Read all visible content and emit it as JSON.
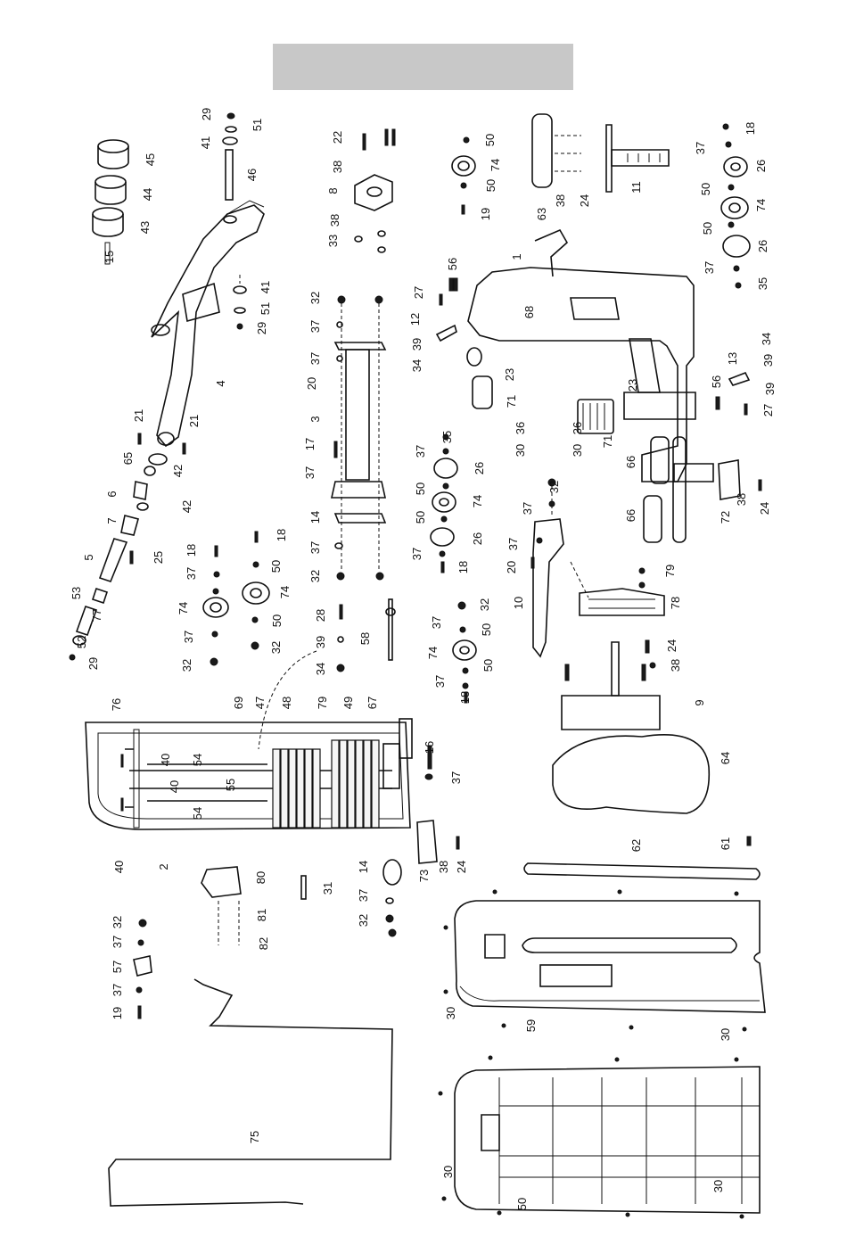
{
  "callouts": [
    {
      "text": "29"
    },
    {
      "text": "51"
    },
    {
      "text": "41"
    },
    {
      "text": "46"
    },
    {
      "text": "45"
    },
    {
      "text": "44"
    },
    {
      "text": "43"
    },
    {
      "text": "15"
    },
    {
      "text": "22"
    },
    {
      "text": "38"
    },
    {
      "text": "8"
    },
    {
      "text": "38"
    },
    {
      "text": "33"
    },
    {
      "text": "50"
    },
    {
      "text": "74"
    },
    {
      "text": "50"
    },
    {
      "text": "19"
    },
    {
      "text": "63"
    },
    {
      "text": "38"
    },
    {
      "text": "24"
    },
    {
      "text": "11"
    },
    {
      "text": "18"
    },
    {
      "text": "37"
    },
    {
      "text": "26"
    },
    {
      "text": "50"
    },
    {
      "text": "74"
    },
    {
      "text": "50"
    },
    {
      "text": "26"
    },
    {
      "text": "37"
    },
    {
      "text": "35"
    },
    {
      "text": "56"
    },
    {
      "text": "1"
    },
    {
      "text": "68"
    },
    {
      "text": "27"
    },
    {
      "text": "12"
    },
    {
      "text": "39"
    },
    {
      "text": "34"
    },
    {
      "text": "23"
    },
    {
      "text": "41"
    },
    {
      "text": "51"
    },
    {
      "text": "29"
    },
    {
      "text": "4"
    },
    {
      "text": "32"
    },
    {
      "text": "37"
    },
    {
      "text": "37"
    },
    {
      "text": "20"
    },
    {
      "text": "3"
    },
    {
      "text": "17"
    },
    {
      "text": "37"
    },
    {
      "text": "14"
    },
    {
      "text": "37"
    },
    {
      "text": "32"
    },
    {
      "text": "34"
    },
    {
      "text": "13"
    },
    {
      "text": "39"
    },
    {
      "text": "56"
    },
    {
      "text": "39"
    },
    {
      "text": "27"
    },
    {
      "text": "23"
    },
    {
      "text": "71"
    },
    {
      "text": "36"
    },
    {
      "text": "30"
    },
    {
      "text": "36"
    },
    {
      "text": "30"
    },
    {
      "text": "71"
    },
    {
      "text": "21"
    },
    {
      "text": "21"
    },
    {
      "text": "65"
    },
    {
      "text": "42"
    },
    {
      "text": "6"
    },
    {
      "text": "42"
    },
    {
      "text": "7"
    },
    {
      "text": "5"
    },
    {
      "text": "25"
    },
    {
      "text": "53"
    },
    {
      "text": "77"
    },
    {
      "text": "52"
    },
    {
      "text": "29"
    },
    {
      "text": "35"
    },
    {
      "text": "37"
    },
    {
      "text": "26"
    },
    {
      "text": "50"
    },
    {
      "text": "74"
    },
    {
      "text": "50"
    },
    {
      "text": "26"
    },
    {
      "text": "37"
    },
    {
      "text": "18"
    },
    {
      "text": "66"
    },
    {
      "text": "66"
    },
    {
      "text": "72"
    },
    {
      "text": "38"
    },
    {
      "text": "24"
    },
    {
      "text": "32"
    },
    {
      "text": "37"
    },
    {
      "text": "37"
    },
    {
      "text": "20"
    },
    {
      "text": "10"
    },
    {
      "text": "18"
    },
    {
      "text": "37"
    },
    {
      "text": "74"
    },
    {
      "text": "37"
    },
    {
      "text": "32"
    },
    {
      "text": "18"
    },
    {
      "text": "50"
    },
    {
      "text": "74"
    },
    {
      "text": "50"
    },
    {
      "text": "32"
    },
    {
      "text": "28"
    },
    {
      "text": "39"
    },
    {
      "text": "34"
    },
    {
      "text": "58"
    },
    {
      "text": "37"
    },
    {
      "text": "32"
    },
    {
      "text": "50"
    },
    {
      "text": "74"
    },
    {
      "text": "50"
    },
    {
      "text": "37"
    },
    {
      "text": "18"
    },
    {
      "text": "79"
    },
    {
      "text": "78"
    },
    {
      "text": "24"
    },
    {
      "text": "38"
    },
    {
      "text": "9"
    },
    {
      "text": "64"
    },
    {
      "text": "76"
    },
    {
      "text": "69"
    },
    {
      "text": "47"
    },
    {
      "text": "48"
    },
    {
      "text": "79"
    },
    {
      "text": "49"
    },
    {
      "text": "67"
    },
    {
      "text": "40"
    },
    {
      "text": "54"
    },
    {
      "text": "55"
    },
    {
      "text": "40"
    },
    {
      "text": "54"
    },
    {
      "text": "40"
    },
    {
      "text": "2"
    },
    {
      "text": "16"
    },
    {
      "text": "37"
    },
    {
      "text": "80"
    },
    {
      "text": "81"
    },
    {
      "text": "82"
    },
    {
      "text": "31"
    },
    {
      "text": "14"
    },
    {
      "text": "37"
    },
    {
      "text": "32"
    },
    {
      "text": "73"
    },
    {
      "text": "38"
    },
    {
      "text": "24"
    },
    {
      "text": "62"
    },
    {
      "text": "61"
    },
    {
      "text": "32"
    },
    {
      "text": "37"
    },
    {
      "text": "57"
    },
    {
      "text": "37"
    },
    {
      "text": "19"
    },
    {
      "text": "30"
    },
    {
      "text": "59"
    },
    {
      "text": "30"
    },
    {
      "text": "75"
    },
    {
      "text": "30"
    },
    {
      "text": "50"
    },
    {
      "text": "30"
    }
  ]
}
